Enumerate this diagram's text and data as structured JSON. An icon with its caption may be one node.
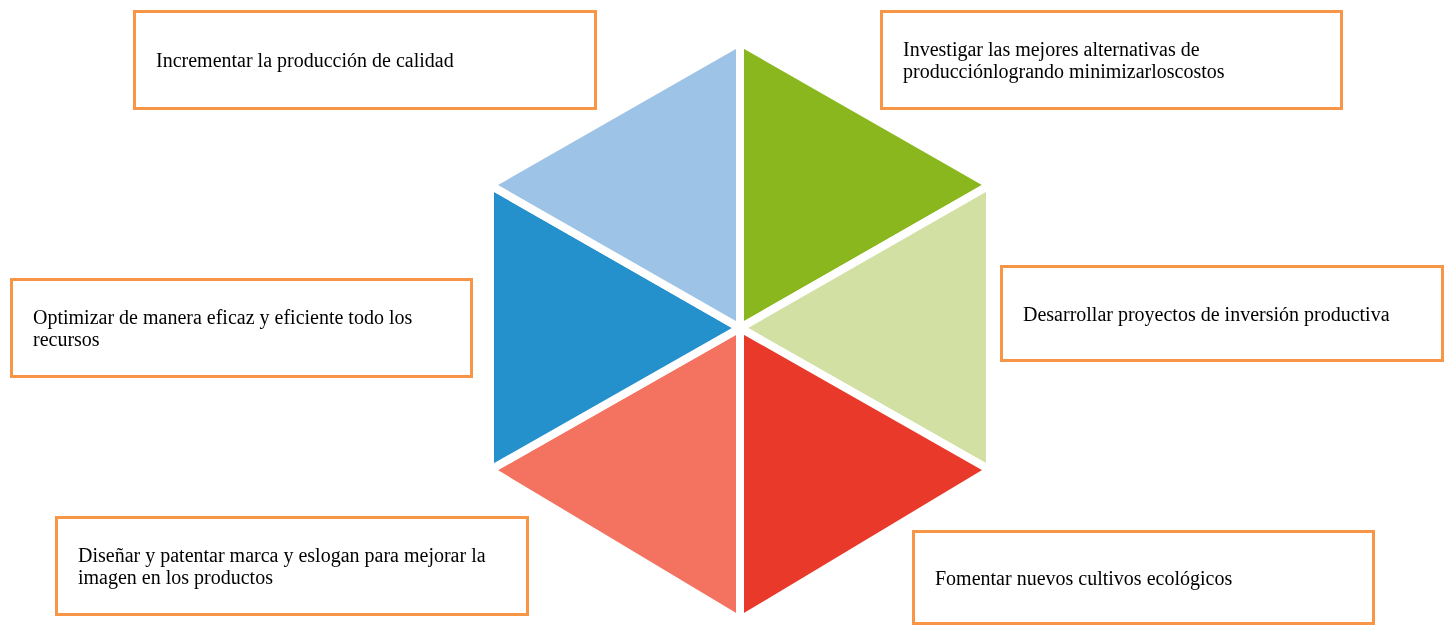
{
  "diagram": {
    "nodes": [
      {
        "text": [
          "Incrementar la producción de calidad"
        ]
      },
      {
        "text": [
          "Investigar las mejores alternativas de producciónlogrando minimizarloscostos"
        ]
      },
      {
        "text": [
          "Optimizar de manera eficaz y eficiente todo los recursos"
        ]
      },
      {
        "text": [
          "Desarrollar proyectos de inversión productiva"
        ]
      },
      {
        "text": [
          "Diseñar y patentar marca y eslogan para mejorar la imagen en los productos"
        ]
      },
      {
        "text": [
          "Fomentar nuevos cultivos ecológicos"
        ]
      }
    ]
  }
}
